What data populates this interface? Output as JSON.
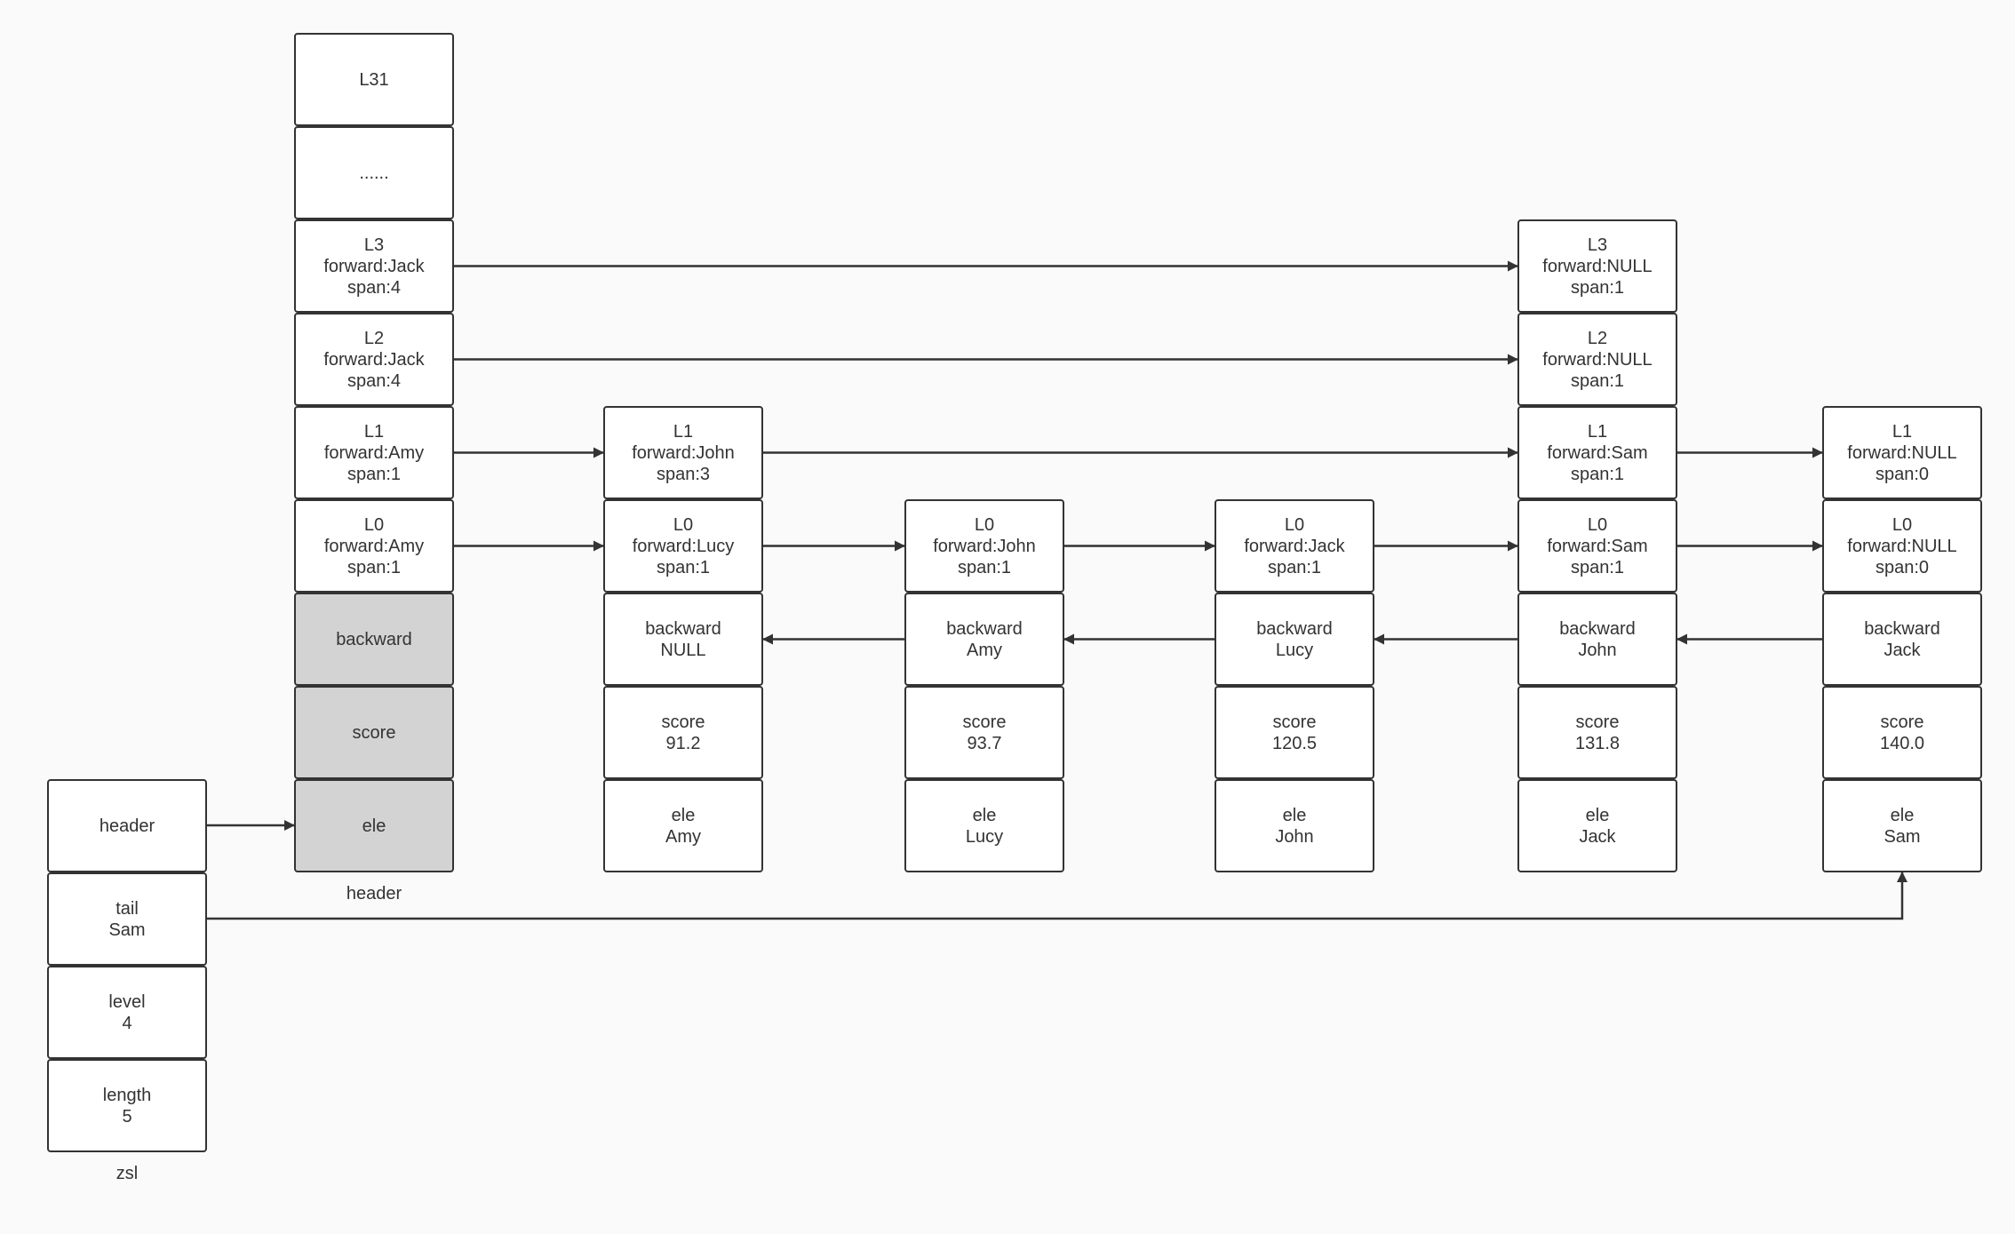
{
  "zsl": {
    "caption": "zsl",
    "header": [
      "header"
    ],
    "tail": [
      "tail",
      "Sam"
    ],
    "level": [
      "level",
      "4"
    ],
    "length": [
      "length",
      "5"
    ]
  },
  "header_node": {
    "caption": "header",
    "levels": [
      [
        "L31"
      ],
      [
        "......"
      ],
      [
        "L3",
        "forward:Jack",
        "span:4"
      ],
      [
        "L2",
        "forward:Jack",
        "span:4"
      ],
      [
        "L1",
        "forward:Amy",
        "span:1"
      ],
      [
        "L0",
        "forward:Amy",
        "span:1"
      ]
    ],
    "backward": [
      "backward"
    ],
    "score": [
      "score"
    ],
    "ele": [
      "ele"
    ]
  },
  "nodes": [
    {
      "name": "Amy",
      "levels": [
        [
          "L1",
          "forward:John",
          "span:3"
        ],
        [
          "L0",
          "forward:Lucy",
          "span:1"
        ]
      ],
      "backward": [
        "backward",
        "NULL"
      ],
      "score": [
        "score",
        "91.2"
      ],
      "ele": [
        "ele",
        "Amy"
      ]
    },
    {
      "name": "Lucy",
      "levels": [
        [
          "L0",
          "forward:John",
          "span:1"
        ]
      ],
      "backward": [
        "backward",
        "Amy"
      ],
      "score": [
        "score",
        "93.7"
      ],
      "ele": [
        "ele",
        "Lucy"
      ]
    },
    {
      "name": "John",
      "levels": [
        [
          "L0",
          "forward:Jack",
          "span:1"
        ]
      ],
      "backward": [
        "backward",
        "Lucy"
      ],
      "score": [
        "score",
        "120.5"
      ],
      "ele": [
        "ele",
        "John"
      ]
    },
    {
      "name": "Jack",
      "levels": [
        [
          "L3",
          "forward:NULL",
          "span:1"
        ],
        [
          "L2",
          "forward:NULL",
          "span:1"
        ],
        [
          "L1",
          "forward:Sam",
          "span:1"
        ],
        [
          "L0",
          "forward:Sam",
          "span:1"
        ]
      ],
      "backward": [
        "backward",
        "John"
      ],
      "score": [
        "score",
        "131.8"
      ],
      "ele": [
        "ele",
        "Jack"
      ]
    },
    {
      "name": "Sam",
      "levels": [
        [
          "L1",
          "forward:NULL",
          "span:0"
        ],
        [
          "L0",
          "forward:NULL",
          "span:0"
        ]
      ],
      "backward": [
        "backward",
        "Jack"
      ],
      "score": [
        "score",
        "140.0"
      ],
      "ele": [
        "ele",
        "Sam"
      ]
    }
  ],
  "colors": {
    "line": "#333333",
    "cell_fill": "#ffffff",
    "header_field_fill": "#d3d3d3",
    "background": "#fafafa"
  }
}
